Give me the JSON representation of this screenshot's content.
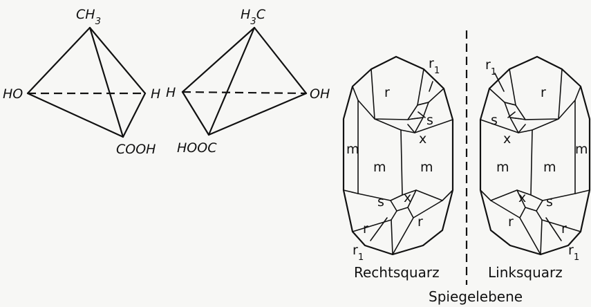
{
  "chemistry": {
    "left": {
      "top": "CH3",
      "left": "HO",
      "right": "H",
      "bottom": "COOH"
    },
    "right": {
      "top": "H3C",
      "left": "H",
      "right": "OH",
      "bottom": "HOOC"
    }
  },
  "crystals": {
    "right_quartz": {
      "caption": "Rechtsquarz",
      "faces": {
        "r_top": "r",
        "r1_top": "r1",
        "s_top": "s",
        "x_top": "x",
        "m_side": "m",
        "m_center": "m",
        "m_right": "m",
        "x_bottom": "x",
        "s_bottom": "s",
        "r_bottom_left": "r",
        "r_bottom_right": "r",
        "r1_bottom": "r1"
      }
    },
    "left_quartz": {
      "caption": "Linksquarz",
      "faces": {
        "r_top": "r",
        "r1_top": "r1",
        "s_top": "s",
        "x_top": "x",
        "m_side": "m",
        "m_center": "m",
        "m_left": "m",
        "x_bottom": "x",
        "s_bottom": "s",
        "r_bottom_left": "r",
        "r_bottom_right": "r",
        "r1_bottom": "r1"
      }
    },
    "mirror_label": "Spiegelebene"
  }
}
